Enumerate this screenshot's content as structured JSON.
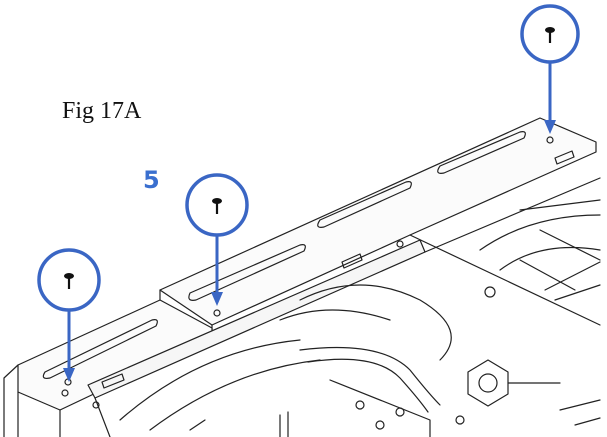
{
  "figure": {
    "label": "Fig 17A",
    "step_number": "5"
  },
  "callouts": [
    {
      "name": "screw-callout-left",
      "icon": "screw-icon"
    },
    {
      "name": "screw-callout-middle",
      "icon": "screw-icon"
    },
    {
      "name": "screw-callout-top-right",
      "icon": "screw-icon"
    }
  ],
  "colors": {
    "callout": "#3a66c4",
    "step_number": "#3a6fcf",
    "line_art": "#222222"
  }
}
